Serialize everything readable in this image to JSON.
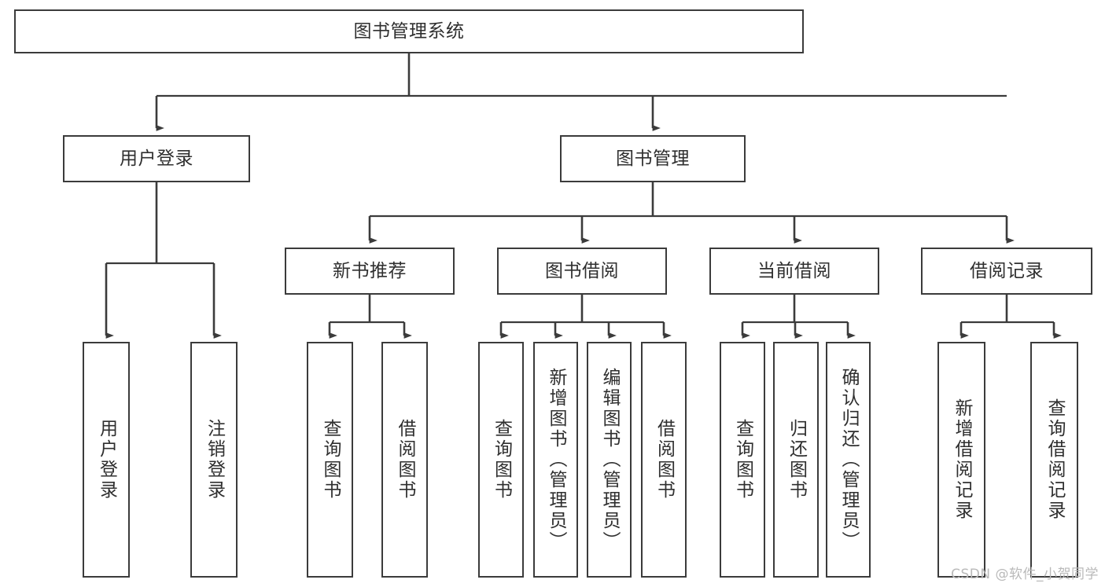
{
  "diagram": {
    "title": "图书管理系统",
    "type": "tree",
    "watermark": "CSDN @软件_小贺同学",
    "colors": {
      "stroke": "#3b3b3b",
      "text": "#2f2f2f",
      "background": "#ffffff",
      "watermark": "#b9b9b9"
    },
    "root": {
      "label": "图书管理系统"
    },
    "level1": [
      {
        "label": "用户登录"
      },
      {
        "label": "图书管理"
      }
    ],
    "level2": [
      {
        "label": "新书推荐"
      },
      {
        "label": "图书借阅"
      },
      {
        "label": "当前借阅"
      },
      {
        "label": "借阅记录"
      }
    ],
    "leaves": {
      "user_login": [
        {
          "label": "用户登录"
        },
        {
          "label": "注销登录"
        }
      ],
      "new_book_recommend": [
        {
          "label": "查询图书"
        },
        {
          "label": "借阅图书"
        }
      ],
      "book_borrow": [
        {
          "label": "查询图书"
        },
        {
          "label": "新增图书（管理员）"
        },
        {
          "label": "编辑图书（管理员）"
        },
        {
          "label": "借阅图书"
        }
      ],
      "current_borrow": [
        {
          "label": "查询图书"
        },
        {
          "label": "归还图书"
        },
        {
          "label": "确认归还（管理员）"
        }
      ],
      "borrow_record": [
        {
          "label": "新增借阅记录"
        },
        {
          "label": "查询借阅记录"
        }
      ]
    }
  }
}
